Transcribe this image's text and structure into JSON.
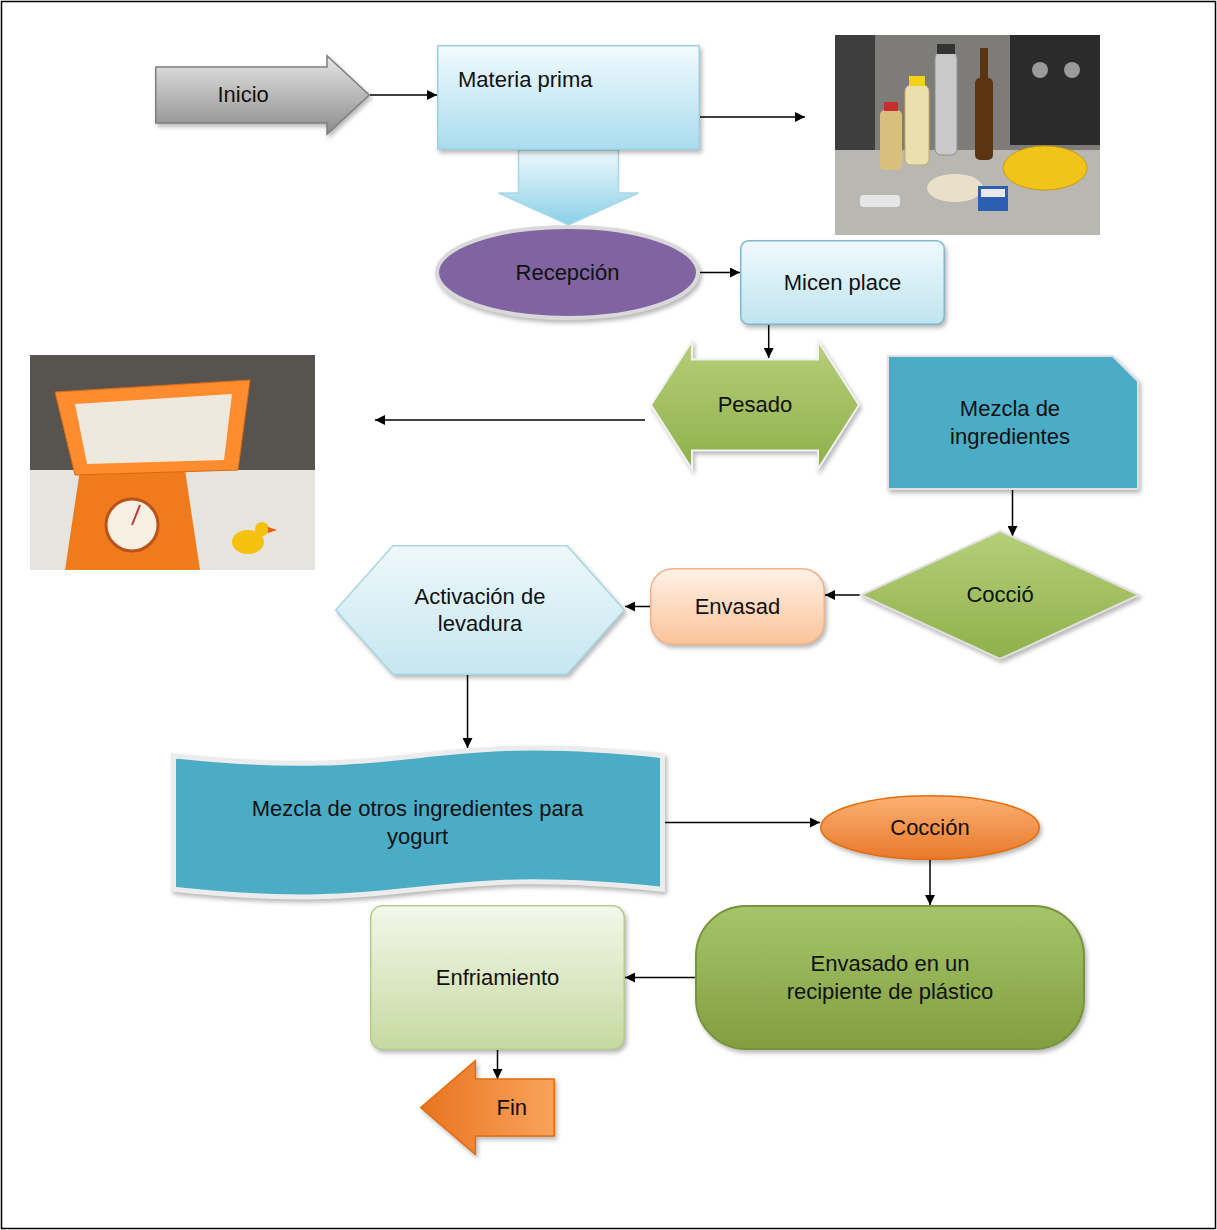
{
  "diagram": {
    "nodes": [
      {
        "text": [
          "Inicio"
        ]
      },
      {
        "text": [
          "Materia prima"
        ]
      },
      {
        "text": [
          "Recepción"
        ]
      },
      {
        "text": [
          "Micen place"
        ]
      },
      {
        "text": [
          "Pesado"
        ]
      },
      {
        "text": [
          "Mezcla de ingredientes"
        ]
      },
      {
        "text": [
          "Cocció"
        ]
      },
      {
        "text": [
          "Envasad"
        ]
      },
      {
        "text": [
          "Activación de levadura"
        ]
      },
      {
        "text": [
          "Mezcla de otros ingredientes para yogurt"
        ]
      },
      {
        "text": [
          "Cocción"
        ]
      },
      {
        "text": [
          "Envasado en un recipiente de plástico"
        ]
      },
      {
        "text": [
          "Enfriamiento"
        ]
      },
      {
        "text": [
          "Fin"
        ]
      }
    ],
    "edges": [
      {
        "from": 0,
        "to": 1,
        "arrow": "to"
      },
      {
        "from": 1,
        "to": 2,
        "arrow": "to"
      },
      {
        "from": 2,
        "to": 3,
        "arrow": "to"
      },
      {
        "from": 3,
        "to": 4,
        "arrow": "to"
      },
      {
        "from": 5,
        "to": 6,
        "arrow": "to"
      },
      {
        "from": 6,
        "to": 7,
        "arrow": "to"
      },
      {
        "from": 7,
        "to": 8,
        "arrow": "to"
      },
      {
        "from": 8,
        "to": 9,
        "arrow": "to"
      },
      {
        "from": 9,
        "to": 10,
        "arrow": "to"
      },
      {
        "from": 10,
        "to": 11,
        "arrow": "to"
      },
      {
        "from": 11,
        "to": 12,
        "arrow": "to"
      },
      {
        "from": 12,
        "to": 13,
        "arrow": "to"
      }
    ]
  }
}
